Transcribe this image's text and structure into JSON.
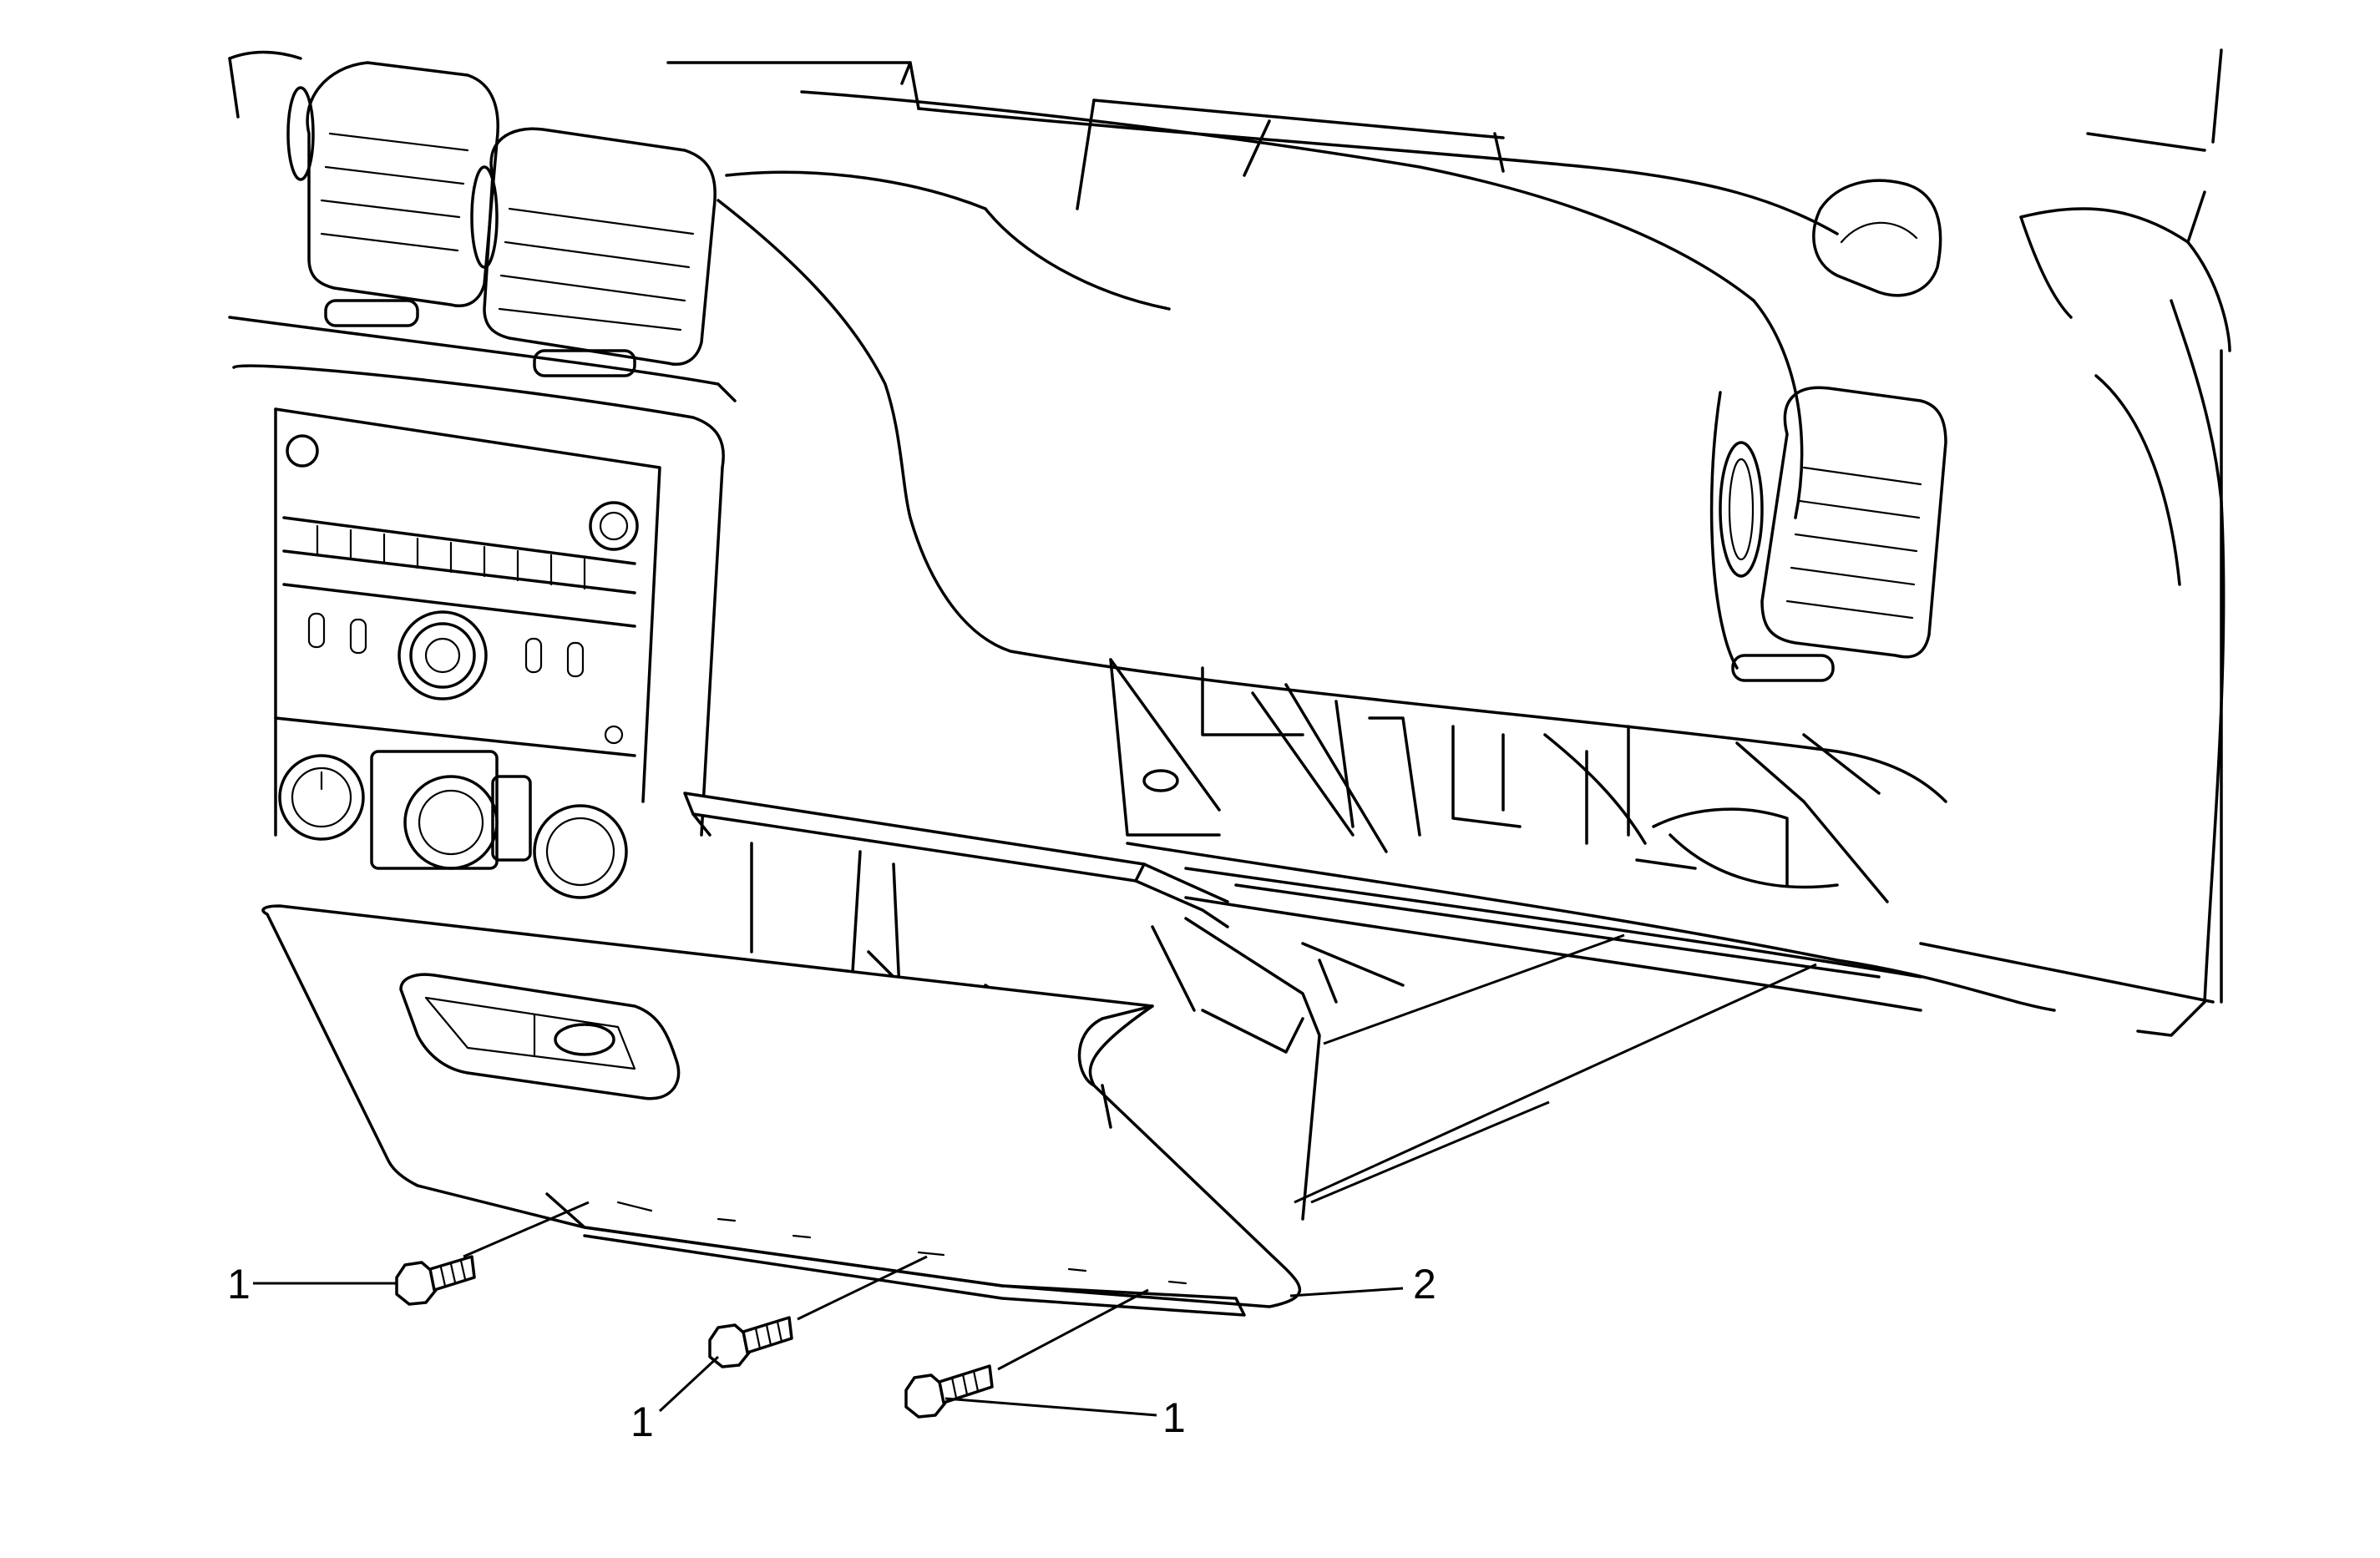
{
  "diagram": {
    "callouts": [
      {
        "id": "screw-left",
        "label": "1"
      },
      {
        "id": "screw-middle",
        "label": "1"
      },
      {
        "id": "screw-right",
        "label": "1"
      },
      {
        "id": "glove-box",
        "label": "2"
      }
    ]
  }
}
